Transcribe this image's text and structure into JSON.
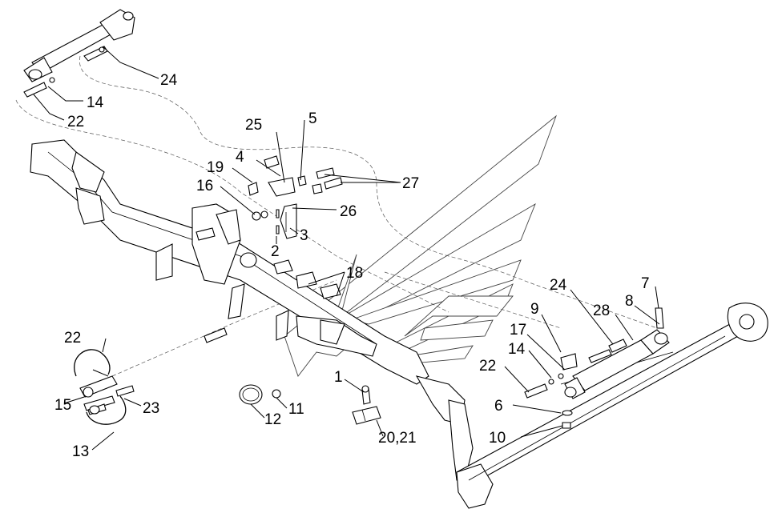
{
  "diagram": {
    "callouts": [
      {
        "id": "c24a",
        "text": "24"
      },
      {
        "id": "c14a",
        "text": "14"
      },
      {
        "id": "c22a",
        "text": "22"
      },
      {
        "id": "c25",
        "text": "25"
      },
      {
        "id": "c5",
        "text": "5"
      },
      {
        "id": "c4",
        "text": "4"
      },
      {
        "id": "c19",
        "text": "19"
      },
      {
        "id": "c16",
        "text": "16"
      },
      {
        "id": "c27",
        "text": "27"
      },
      {
        "id": "c26",
        "text": "26"
      },
      {
        "id": "c3",
        "text": "3"
      },
      {
        "id": "c2",
        "text": "2"
      },
      {
        "id": "c18",
        "text": "18"
      },
      {
        "id": "c24b",
        "text": "24"
      },
      {
        "id": "c7",
        "text": "7"
      },
      {
        "id": "c8",
        "text": "8"
      },
      {
        "id": "c9",
        "text": "9"
      },
      {
        "id": "c28",
        "text": "28"
      },
      {
        "id": "c17",
        "text": "17"
      },
      {
        "id": "c14b",
        "text": "14"
      },
      {
        "id": "c22b",
        "text": "22"
      },
      {
        "id": "c22c",
        "text": "22"
      },
      {
        "id": "c15",
        "text": "15"
      },
      {
        "id": "c23",
        "text": "23"
      },
      {
        "id": "c13",
        "text": "13"
      },
      {
        "id": "c12",
        "text": "12"
      },
      {
        "id": "c11",
        "text": "11"
      },
      {
        "id": "c1",
        "text": "1"
      },
      {
        "id": "c2021",
        "text": "20,21"
      },
      {
        "id": "c6",
        "text": "6"
      },
      {
        "id": "c10",
        "text": "10"
      }
    ]
  }
}
